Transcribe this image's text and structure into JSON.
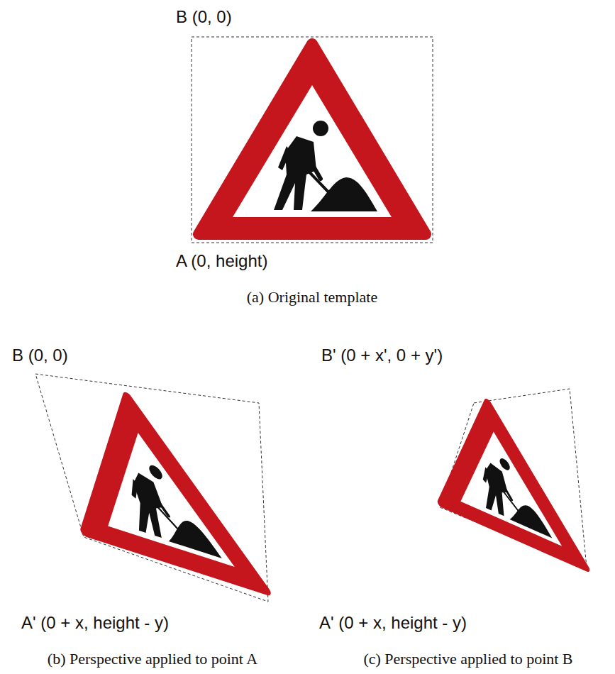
{
  "diagram": {
    "labels": [
      "B (0, 0)",
      "A (0, height)",
      "(a) Original template",
      "B (0, 0)",
      "A' (0 + x, height - y)",
      "(b) Perspective applied to point A",
      "B' (0 + x', 0 + y')",
      "A' (0 + x, height - y)",
      "(c) Perspective applied to point B"
    ]
  }
}
